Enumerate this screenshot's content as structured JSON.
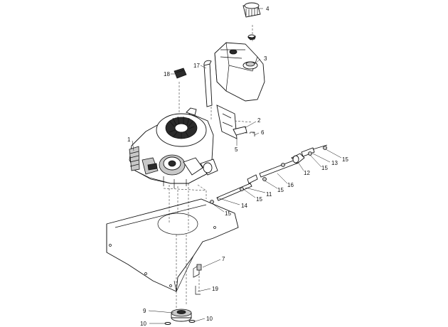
{
  "callouts": [
    {
      "id": "c1",
      "text": "1"
    },
    {
      "id": "c2",
      "text": "2"
    },
    {
      "id": "c3",
      "text": "3"
    },
    {
      "id": "c4",
      "text": "4"
    },
    {
      "id": "c5",
      "text": "5"
    },
    {
      "id": "c6",
      "text": "6"
    },
    {
      "id": "c7",
      "text": "7"
    },
    {
      "id": "c9",
      "text": "9"
    },
    {
      "id": "c10a",
      "text": "10"
    },
    {
      "id": "c10b",
      "text": "10"
    },
    {
      "id": "c11",
      "text": "11"
    },
    {
      "id": "c12",
      "text": "12"
    },
    {
      "id": "c13",
      "text": "13"
    },
    {
      "id": "c14",
      "text": "14"
    },
    {
      "id": "c15a",
      "text": "15"
    },
    {
      "id": "c15b",
      "text": "15"
    },
    {
      "id": "c15c",
      "text": "15"
    },
    {
      "id": "c15d",
      "text": "15"
    },
    {
      "id": "c15e",
      "text": "15"
    },
    {
      "id": "c16",
      "text": "16"
    },
    {
      "id": "c17",
      "text": "17"
    },
    {
      "id": "c18",
      "text": "18"
    },
    {
      "id": "c19",
      "text": "19"
    }
  ]
}
